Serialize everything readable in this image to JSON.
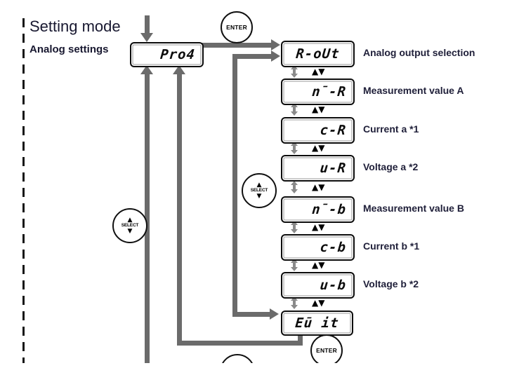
{
  "header": {
    "mode_title": "Setting mode",
    "group_label": "Analog settings"
  },
  "root_item": {
    "display": "Pro4"
  },
  "menu_items": [
    {
      "display": "R-oUt",
      "label": "Analog output selection"
    },
    {
      "display": "n̄-R",
      "label": "Measurement value A"
    },
    {
      "display": "c-R",
      "label": "Current a *1"
    },
    {
      "display": "u-R",
      "label": "Voltage a *2"
    },
    {
      "display": "n̄-b",
      "label": "Measurement value B"
    },
    {
      "display": "c-b",
      "label": "Current b *1"
    },
    {
      "display": "u-b",
      "label": "Voltage b *2"
    },
    {
      "display": "Eū it",
      "label": ""
    }
  ],
  "buttons": {
    "enter_label": "ENTER",
    "select_label": "SELECT"
  },
  "glyphs": {
    "up_down_pair": "▲▼",
    "up_triangle": "▲",
    "down_triangle": "▼"
  },
  "colors": {
    "connector_gray": "#6b6b6b",
    "light_gray_arrow": "#8a8a8a",
    "label_text": "#20203a",
    "display_text": "#0c0c0c"
  }
}
